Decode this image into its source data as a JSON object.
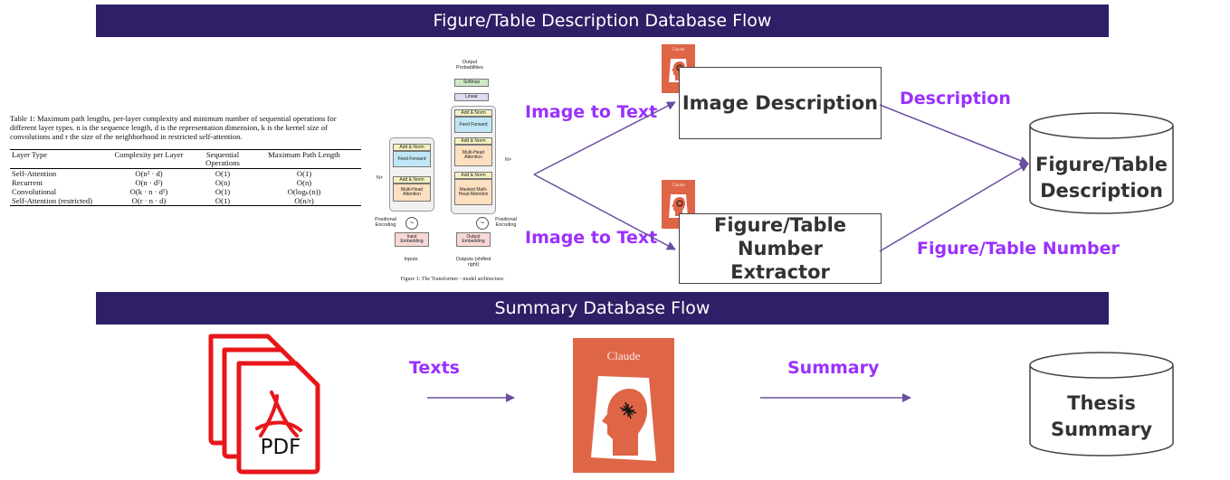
{
  "banners": {
    "top": "Figure/Table Description Database Flow",
    "bottom": "Summary Database Flow"
  },
  "table_image": {
    "caption": "Table 1: Maximum path lengths, per-layer complexity and minimum number of sequential operations for different layer types. n is the sequence length, d is the representation dimension, k is the kernel size of convolutions and r the size of the neighborhood in restricted self-attention.",
    "headers": [
      "Layer Type",
      "Complexity per Layer",
      "Sequential Operations",
      "Maximum Path Length"
    ],
    "rows": [
      [
        "Self-Attention",
        "O(n² · d)",
        "O(1)",
        "O(1)"
      ],
      [
        "Recurrent",
        "O(n · d²)",
        "O(n)",
        "O(n)"
      ],
      [
        "Convolutional",
        "O(k · n · d²)",
        "O(1)",
        "O(logₖ(n))"
      ],
      [
        "Self-Attention (restricted)",
        "O(r · n · d)",
        "O(1)",
        "O(n/r)"
      ]
    ]
  },
  "figure_image": {
    "output_probs": "Output Probabilities",
    "softmax": "Softmax",
    "linear": "Linear",
    "add_norm": "Add & Norm",
    "feed_forward": "Feed Forward",
    "multi_head": "Multi-Head Attention",
    "masked_multi_head": "Masked Multi-Head Attention",
    "nx": "N×",
    "positional_encoding": "Positional Encoding",
    "input_embedding": "Input Embedding",
    "output_embedding": "Output Embedding",
    "inputs": "Inputs",
    "outputs": "Outputs (shifted right)",
    "caption": "Figure 1: The Transformer - model architecture."
  },
  "labels": {
    "image_to_text_1": "Image to Text",
    "image_to_text_2": "Image to Text",
    "description": "Description",
    "figure_table_number": "Figure/Table Number",
    "texts": "Texts",
    "summary": "Summary"
  },
  "boxes": {
    "image_description": "Image Description",
    "number_extractor": "Figure/Table Number Extractor"
  },
  "databases": {
    "figure_table_description": "Figure/Table Description",
    "thesis_summary": "Thesis Summary"
  },
  "pdf_label": "PDF",
  "claude_label": "Claude",
  "colors": {
    "banner": "#2f1f66",
    "accent_purple": "#9b30ff",
    "claude_orange": "#df6547",
    "pdf_red": "#e8161b",
    "arrow": "#6a4ea0"
  }
}
